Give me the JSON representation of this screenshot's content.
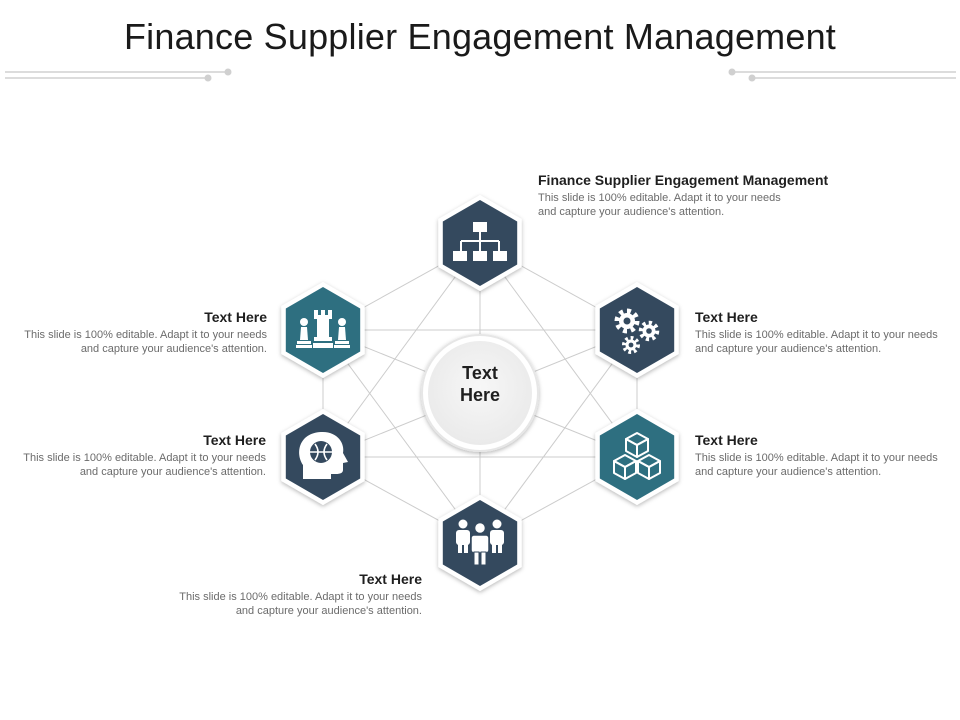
{
  "title": "Finance Supplier Engagement Management",
  "colors": {
    "dark": "#34495e",
    "teal": "#2e6f80",
    "line": "#c9c9c9"
  },
  "center": {
    "line1": "Text",
    "line2": "Here"
  },
  "nodes": [
    {
      "id": "top",
      "icon": "hierarchy-icon",
      "color": "dark"
    },
    {
      "id": "upper-right",
      "icon": "gears-icon",
      "color": "dark"
    },
    {
      "id": "lower-right",
      "icon": "cubes-icon",
      "color": "teal"
    },
    {
      "id": "bottom",
      "icon": "team-icon",
      "color": "dark"
    },
    {
      "id": "lower-left",
      "icon": "head-mind-icon",
      "color": "dark"
    },
    {
      "id": "upper-left",
      "icon": "chess-icon",
      "color": "teal"
    }
  ],
  "labels": {
    "top": {
      "heading": "Finance Supplier Engagement Management",
      "body": "This slide is 100% editable. Adapt it to your needs and capture your audience's attention."
    },
    "upper_right": {
      "heading": "Text Here",
      "body": "This slide is 100% editable. Adapt it to your needs and capture your audience's attention."
    },
    "lower_right": {
      "heading": "Text Here",
      "body": "This slide is 100% editable. Adapt it to your needs and capture your audience's attention."
    },
    "bottom": {
      "heading": "Text Here",
      "body": "This slide is 100% editable. Adapt it to your needs and capture your audience's attention."
    },
    "lower_left": {
      "heading": "Text Here",
      "body": "This slide is 100% editable. Adapt it to your needs and capture your audience's attention."
    },
    "upper_left": {
      "heading": "Text Here",
      "body": "This slide is 100% editable. Adapt it to your needs and capture your audience's attention."
    }
  }
}
